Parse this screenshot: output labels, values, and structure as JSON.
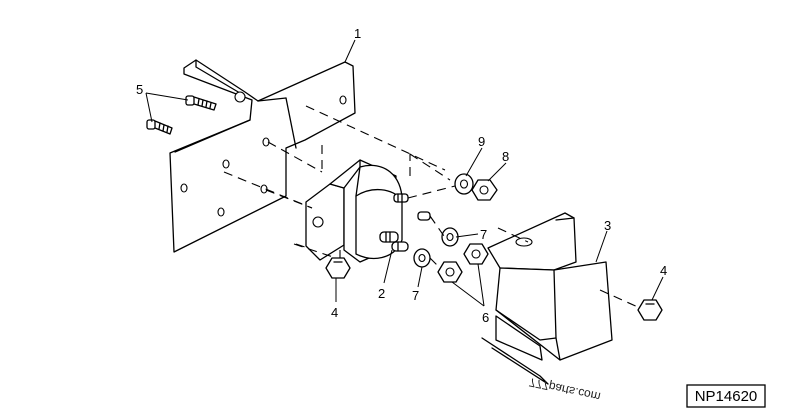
{
  "diagram": {
    "callouts": {
      "bracket": "1",
      "solenoid": "2",
      "cover": "3",
      "nut_left": "4",
      "nut_right": "4",
      "bolts": "5",
      "nuts_6": "6",
      "washer_7_top": "7",
      "washer_7_bottom": "7",
      "nut_8": "8",
      "washer_9": "9"
    },
    "watermark": "777parts.com",
    "figure_code": "NP14620"
  }
}
